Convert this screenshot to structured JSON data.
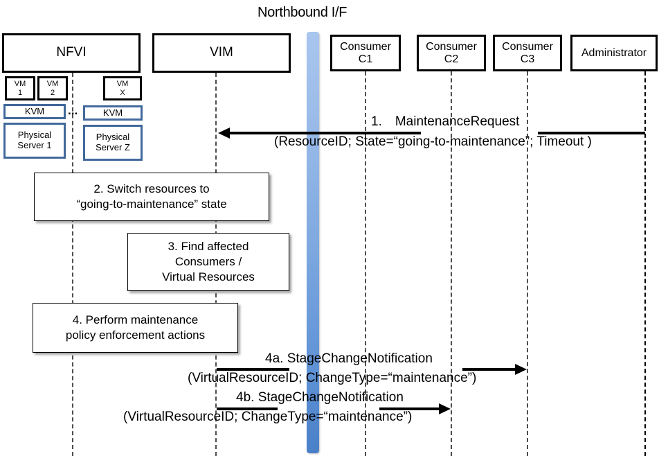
{
  "diagram": {
    "title": "Northbound I/F",
    "type": "uml-sequence-diagram"
  },
  "participants": [
    {
      "id": "nfvi",
      "label": "NFVI"
    },
    {
      "id": "vim",
      "label": "VIM"
    },
    {
      "id": "c1",
      "label_line1": "Consumer",
      "label_line2": "C1"
    },
    {
      "id": "c2",
      "label_line1": "Consumer",
      "label_line2": "C2"
    },
    {
      "id": "c3",
      "label_line1": "Consumer",
      "label_line2": "C3"
    },
    {
      "id": "admin",
      "label": "Administrator"
    }
  ],
  "nfvi_internals": {
    "vms": [
      {
        "line1": "VM",
        "line2": "1"
      },
      {
        "line1": "VM",
        "line2": "2"
      },
      {
        "line1": "VM",
        "line2": "X"
      }
    ],
    "hypervisors": [
      {
        "label": "KVM"
      },
      {
        "label": "KVM"
      }
    ],
    "servers": [
      {
        "line1": "Physical",
        "line2": "Server 1"
      },
      {
        "line1": "Physical",
        "line2": "Server Z"
      }
    ],
    "ellipsis": "..."
  },
  "steps": [
    {
      "id": "step2",
      "line1": "2. Switch resources to",
      "line2": "“going-to-maintenance” state"
    },
    {
      "id": "step3",
      "line1": "3. Find affected",
      "line2": "Consumers /",
      "line3": "Virtual Resources"
    },
    {
      "id": "step4",
      "line1": "4. Perform maintenance",
      "line2": "policy enforcement actions"
    }
  ],
  "messages": [
    {
      "id": "msg1",
      "number": "1.",
      "name": "MaintenanceRequest",
      "label": "1. MaintenanceRequest",
      "params": "(ResourceID; State=“going-to-maintenance”; Timeout )",
      "from": "admin",
      "to": "vim",
      "direction": "left"
    },
    {
      "id": "msg4a",
      "number": "4a.",
      "name": "StageChangeNotification",
      "label": "4a. StageChangeNotification",
      "params": "(VirtualResourceID; ChangeType=“maintenance”)",
      "from": "vim",
      "to": "c3",
      "direction": "right"
    },
    {
      "id": "msg4b",
      "number": "4b.",
      "name": "StageChangeNotification",
      "label": "4b. StageChangeNotification",
      "params": "(VirtualResourceID; ChangeType=“maintenance”)",
      "from": "vim",
      "to": "c2",
      "direction": "right"
    }
  ],
  "colors": {
    "nb_bar_light": "#a8c6ee",
    "nb_bar_dark": "#4a80c8",
    "blue_box_border": "#41699b",
    "line": "#000000",
    "lifeline": "#4d4d4d",
    "background": "#ffffff"
  }
}
